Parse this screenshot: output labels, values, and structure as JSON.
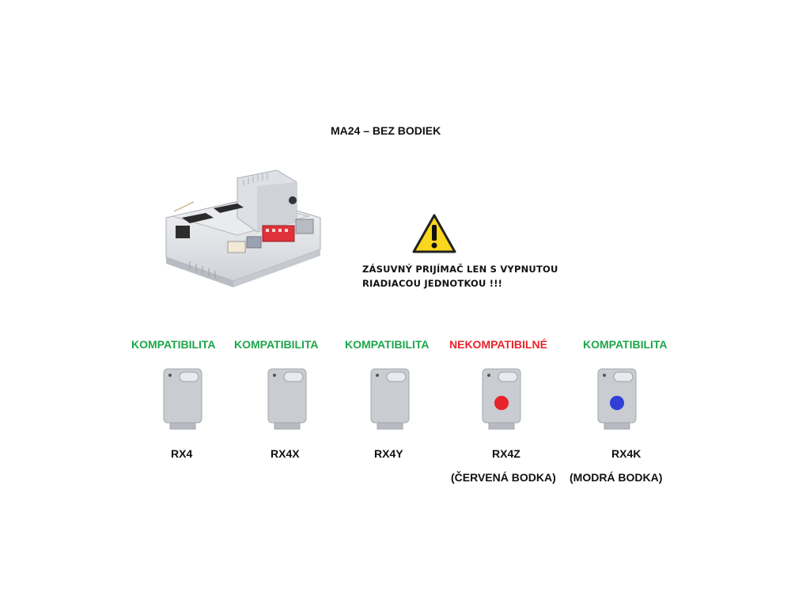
{
  "title": "MA24 – BEZ BODIEK",
  "warning": {
    "icon": "warning-triangle-icon",
    "line1": "ZÁSUVNÝ PRIJÍMAČ LEN S VYPNUTOU",
    "line2": "RIADIACOU JEDNOTKOU !!!"
  },
  "colors": {
    "compatible": "#1ea64a",
    "incompatible": "#e8232a",
    "red_dot": "#e8232a",
    "blue_dot": "#2f3fd8"
  },
  "receivers": [
    {
      "status": "KOMPATIBILITA",
      "model": "RX4",
      "note": ""
    },
    {
      "status": "KOMPATIBILITA",
      "model": "RX4X",
      "note": ""
    },
    {
      "status": "KOMPATIBILITA",
      "model": "RX4Y",
      "note": ""
    },
    {
      "status": "NEKOMPATIBILNÉ",
      "model": "RX4Z",
      "note": "(ČERVENÁ BODKA)"
    },
    {
      "status": "KOMPATIBILITA",
      "model": "RX4K",
      "note": "(MODRÁ BODKA)"
    }
  ]
}
